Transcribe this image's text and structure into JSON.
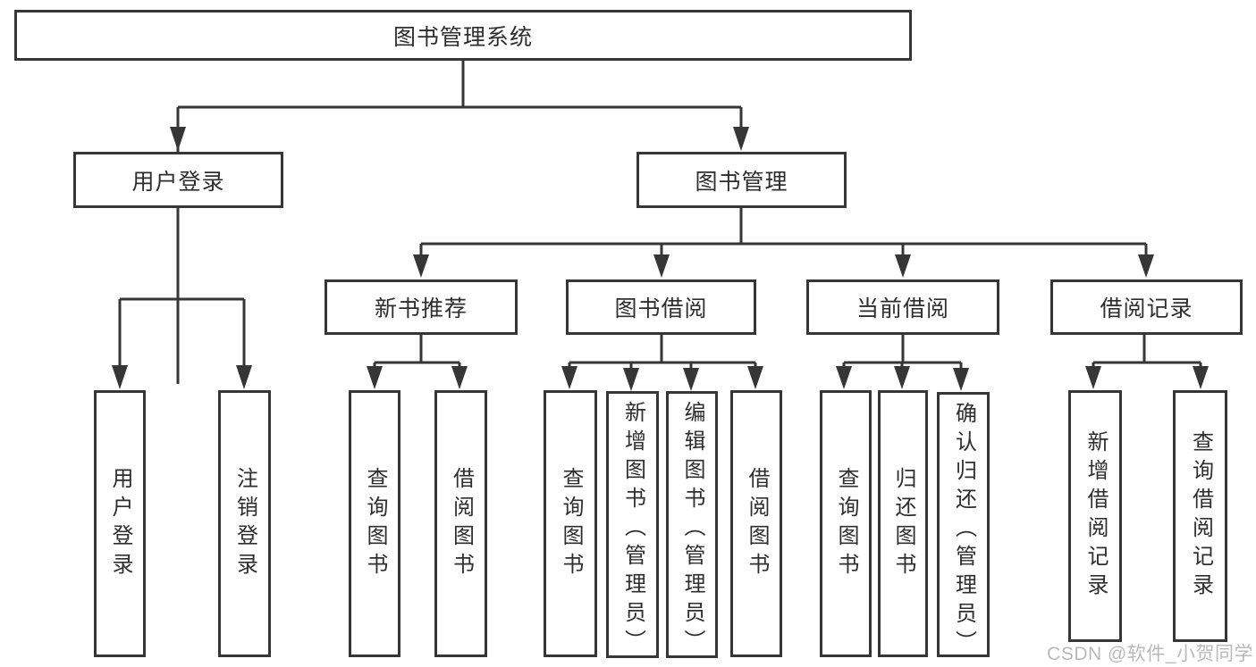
{
  "tree": {
    "label": "图书管理系统",
    "children": [
      {
        "label": "用户登录",
        "children": [
          {
            "label": "用户登录"
          },
          {
            "label": "注销登录"
          }
        ]
      },
      {
        "label": "图书管理",
        "children": [
          {
            "label": "新书推荐",
            "children": [
              {
                "label": "查询图书"
              },
              {
                "label": "借阅图书"
              }
            ]
          },
          {
            "label": "图书借阅",
            "children": [
              {
                "label": "查询图书"
              },
              {
                "label": "新增图书（管理员）"
              },
              {
                "label": "编辑图书（管理员）"
              },
              {
                "label": "借阅图书"
              }
            ]
          },
          {
            "label": "当前借阅",
            "children": [
              {
                "label": "查询图书"
              },
              {
                "label": "归还图书"
              },
              {
                "label": "确认归还（管理员）"
              }
            ]
          },
          {
            "label": "借阅记录",
            "children": [
              {
                "label": "新增借阅记录"
              },
              {
                "label": "查询借阅记录"
              }
            ]
          }
        ]
      }
    ]
  },
  "watermark": {
    "text": "CSDN @软件_小贺同学"
  },
  "colors": {
    "line": "#363636",
    "text": "#2e2e2e",
    "watermark": "#b4b4b4",
    "background": "#ffffff"
  }
}
